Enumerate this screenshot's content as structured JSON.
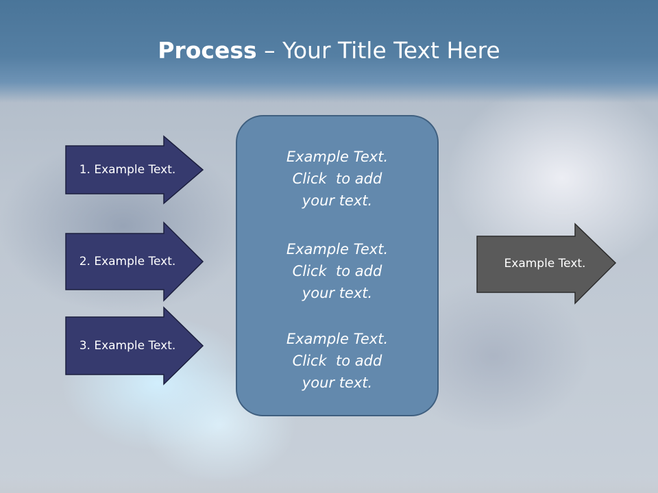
{
  "slide": {
    "title_bold": "Process",
    "title_rest": " – Your Title Text Here"
  },
  "left_arrows": [
    {
      "label": "1. Example Text."
    },
    {
      "label": "2. Example Text."
    },
    {
      "label": "3. Example Text."
    }
  ],
  "center_box": {
    "blocks": [
      {
        "text": "Example Text.\nClick  to add\nyour text."
      },
      {
        "text": "Example Text.\nClick  to add\nyour text."
      },
      {
        "text": "Example Text.\nClick  to add\nyour text."
      }
    ]
  },
  "right_arrow": {
    "label": "Example Text."
  },
  "colors": {
    "header": "#4a7599",
    "left_arrow_fill": "#363a6e",
    "center_box_fill": "#6389ad",
    "right_arrow_fill": "#5a5a5a"
  }
}
